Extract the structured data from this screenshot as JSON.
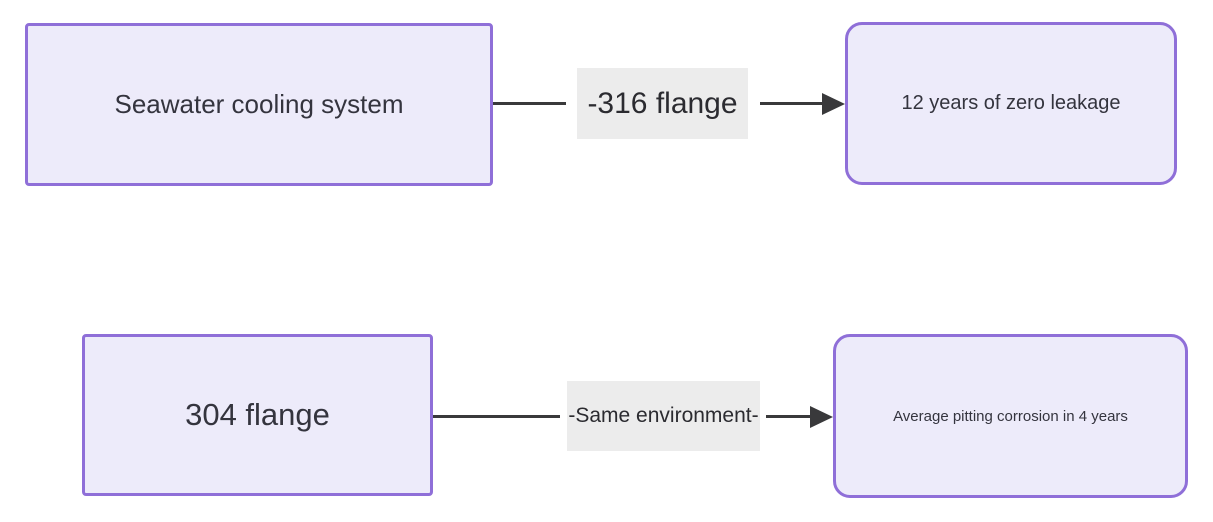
{
  "colors": {
    "node_fill": "#edebfa",
    "node_border": "#8f6fd8",
    "connector": "#39393b",
    "label_bg": "#ececec",
    "node_text": "#34343e",
    "label_text": "#2b2b30",
    "canvas_bg": "#ffffff"
  },
  "diagram": {
    "type": "flow-comparison",
    "rows": [
      {
        "source": "Seawater cooling system",
        "edge_label": "-316 flange",
        "target": "12 years of zero leakage"
      },
      {
        "source": "304 flange",
        "edge_label": "-Same environment-",
        "target": "Average pitting corrosion in 4 years"
      }
    ]
  }
}
